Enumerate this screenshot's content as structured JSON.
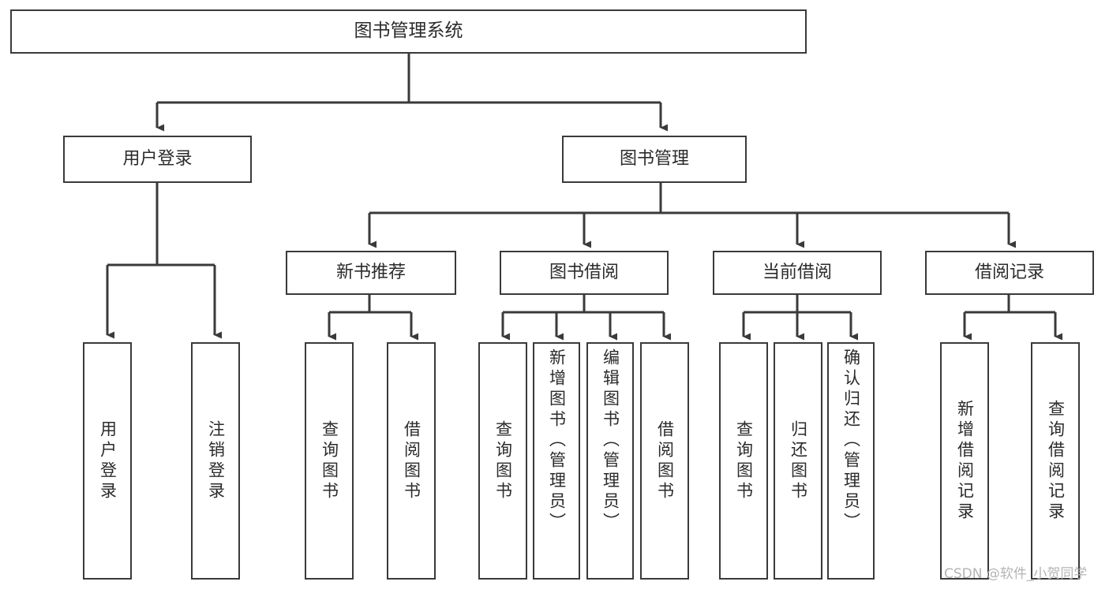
{
  "diagram": {
    "type": "tree-hierarchy-chart",
    "title": "图书管理系统",
    "watermark": "CSDN @软件_小贺同学",
    "colors": {
      "box_border": "#3a3a3a",
      "box_fill": "#ffffff",
      "connector": "#3a3a3a",
      "text": "#2b2b2b",
      "watermark": "#b4b4b4",
      "background": "#ffffff"
    },
    "root": {
      "label": "图书管理系统"
    },
    "level2": [
      {
        "label": "用户登录"
      },
      {
        "label": "图书管理"
      }
    ],
    "level3": [
      {
        "label": "新书推荐"
      },
      {
        "label": "图书借阅"
      },
      {
        "label": "当前借阅"
      },
      {
        "label": "借阅记录"
      }
    ],
    "leaves": {
      "user_login": [
        {
          "label": "用户登录"
        },
        {
          "label": "注销登录"
        }
      ],
      "new_book_recommend": [
        {
          "label": "查询图书"
        },
        {
          "label": "借阅图书"
        }
      ],
      "book_borrow": [
        {
          "label": "查询图书"
        },
        {
          "label": "新增图书（管理员）"
        },
        {
          "label": "编辑图书（管理员）"
        },
        {
          "label": "借阅图书"
        }
      ],
      "current_borrow": [
        {
          "label": "查询图书"
        },
        {
          "label": "归还图书"
        },
        {
          "label": "确认归还（管理员）"
        }
      ],
      "borrow_record": [
        {
          "label": "新增借阅记录"
        },
        {
          "label": "查询借阅记录"
        }
      ]
    }
  }
}
